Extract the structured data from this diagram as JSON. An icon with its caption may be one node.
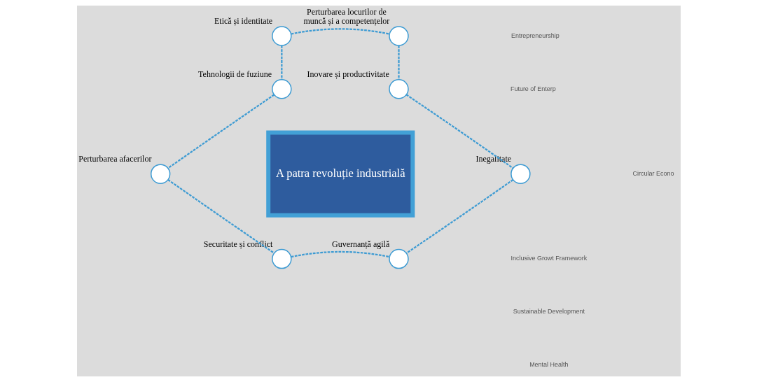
{
  "diagram": {
    "nodes": [
      {
        "text": [
          "A patra revoluție industrială"
        ]
      },
      {
        "text": [],
        "shape": "circle",
        "beside": [
          "Etică și identitate"
        ]
      },
      {
        "text": [],
        "shape": "circle",
        "beside": [
          "Perturbarea locurilor de muncă și a competențelor"
        ]
      },
      {
        "text": [],
        "shape": "circle",
        "beside": [
          "Tehnologii de fuziune"
        ]
      },
      {
        "text": [],
        "shape": "circle",
        "beside": [
          "Inovare și productivitate"
        ]
      },
      {
        "text": [],
        "shape": "circle",
        "beside": [
          "Perturbarea afacerilor"
        ]
      },
      {
        "text": [],
        "shape": "circle",
        "beside": [
          "Inegalitate"
        ]
      },
      {
        "text": [],
        "shape": "circle",
        "beside": [
          "Securitate și conflict"
        ]
      },
      {
        "text": [],
        "shape": "circle",
        "beside": [
          "Guvernanță agilă"
        ]
      }
    ],
    "edges": [
      {
        "from": 1,
        "to": 2,
        "arrow": "none",
        "style": "dashed"
      },
      {
        "from": 2,
        "to": 4,
        "arrow": "none",
        "style": "dashed"
      },
      {
        "from": 4,
        "to": 6,
        "arrow": "none",
        "style": "dashed"
      },
      {
        "from": 6,
        "to": 8,
        "arrow": "none",
        "style": "dashed"
      },
      {
        "from": 8,
        "to": 7,
        "arrow": "none",
        "style": "dashed"
      },
      {
        "from": 7,
        "to": 5,
        "arrow": "none",
        "style": "dashed"
      },
      {
        "from": 5,
        "to": 3,
        "arrow": "none",
        "style": "dashed"
      },
      {
        "from": 3,
        "to": 1,
        "arrow": "none",
        "style": "dashed"
      }
    ],
    "labels": [
      "Entrepreneurship",
      "Future of Enterp",
      "Circular Econo",
      "Inclusive Growt Framework",
      "Sustainable Development",
      "Mental Health"
    ]
  }
}
